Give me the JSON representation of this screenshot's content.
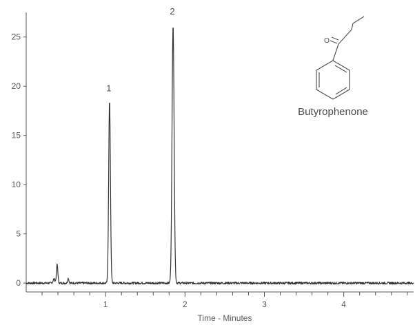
{
  "chart_data": {
    "type": "line",
    "xlabel": "Time - Minutes",
    "ylabel": "",
    "xlim": [
      0,
      4.88
    ],
    "ylim": [
      -0.9,
      27.5
    ],
    "x_ticks": [
      "1",
      "2",
      "3",
      "4"
    ],
    "y_ticks": [
      "0",
      "5",
      "10",
      "15",
      "20",
      "25"
    ],
    "grid": false,
    "baseline": 0,
    "peaks": [
      {
        "label": "",
        "center": 0.35,
        "height": 0.4,
        "width": 0.012
      },
      {
        "label": "",
        "center": 0.39,
        "height": 1.9,
        "width": 0.009
      },
      {
        "label": "",
        "center": 0.53,
        "height": 0.5,
        "width": 0.008
      },
      {
        "label": "1",
        "center": 1.05,
        "height": 18.5,
        "width": 0.011
      },
      {
        "label": "2",
        "center": 1.85,
        "height": 26.3,
        "width": 0.013
      }
    ],
    "series": [
      {
        "color": "#333333"
      }
    ]
  },
  "structure": {
    "name": "Butyrophenone",
    "oxygen_label": "O"
  }
}
